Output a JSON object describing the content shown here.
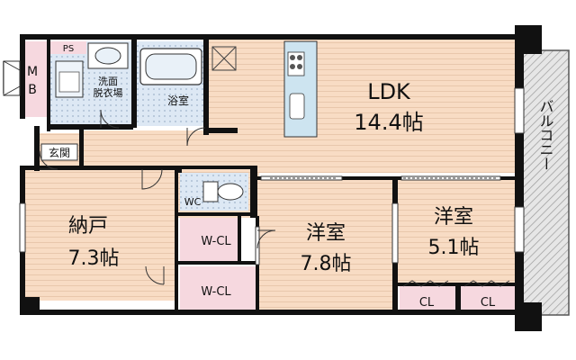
{
  "rooms": {
    "ldk_name": "LDK",
    "ldk_size": "14.4帖",
    "nando_name": "納戸",
    "nando_size": "7.3帖",
    "yoshitsu_a_name": "洋室",
    "yoshitsu_a_size": "7.8帖",
    "yoshitsu_b_name": "洋室",
    "yoshitsu_b_size": "5.1帖",
    "bath": "浴室",
    "washroom_l1": "洗面",
    "washroom_l2": "脱衣場",
    "genkan": "玄関",
    "balcony": "バルコニー",
    "wc": "WC",
    "wcl_1": "W-CL",
    "wcl_2": "W-CL",
    "cl_1": "CL",
    "cl_2": "CL",
    "ps": "PS",
    "mb_1": "M",
    "mb_2": "B"
  },
  "colors": {
    "wood_floor": "#f8dcc4",
    "wet_area": "#dde8f4",
    "closet": "#f6d8df",
    "hall": "#f8dcc4",
    "balcony": "#d2d2d2",
    "wall": "#111111"
  }
}
